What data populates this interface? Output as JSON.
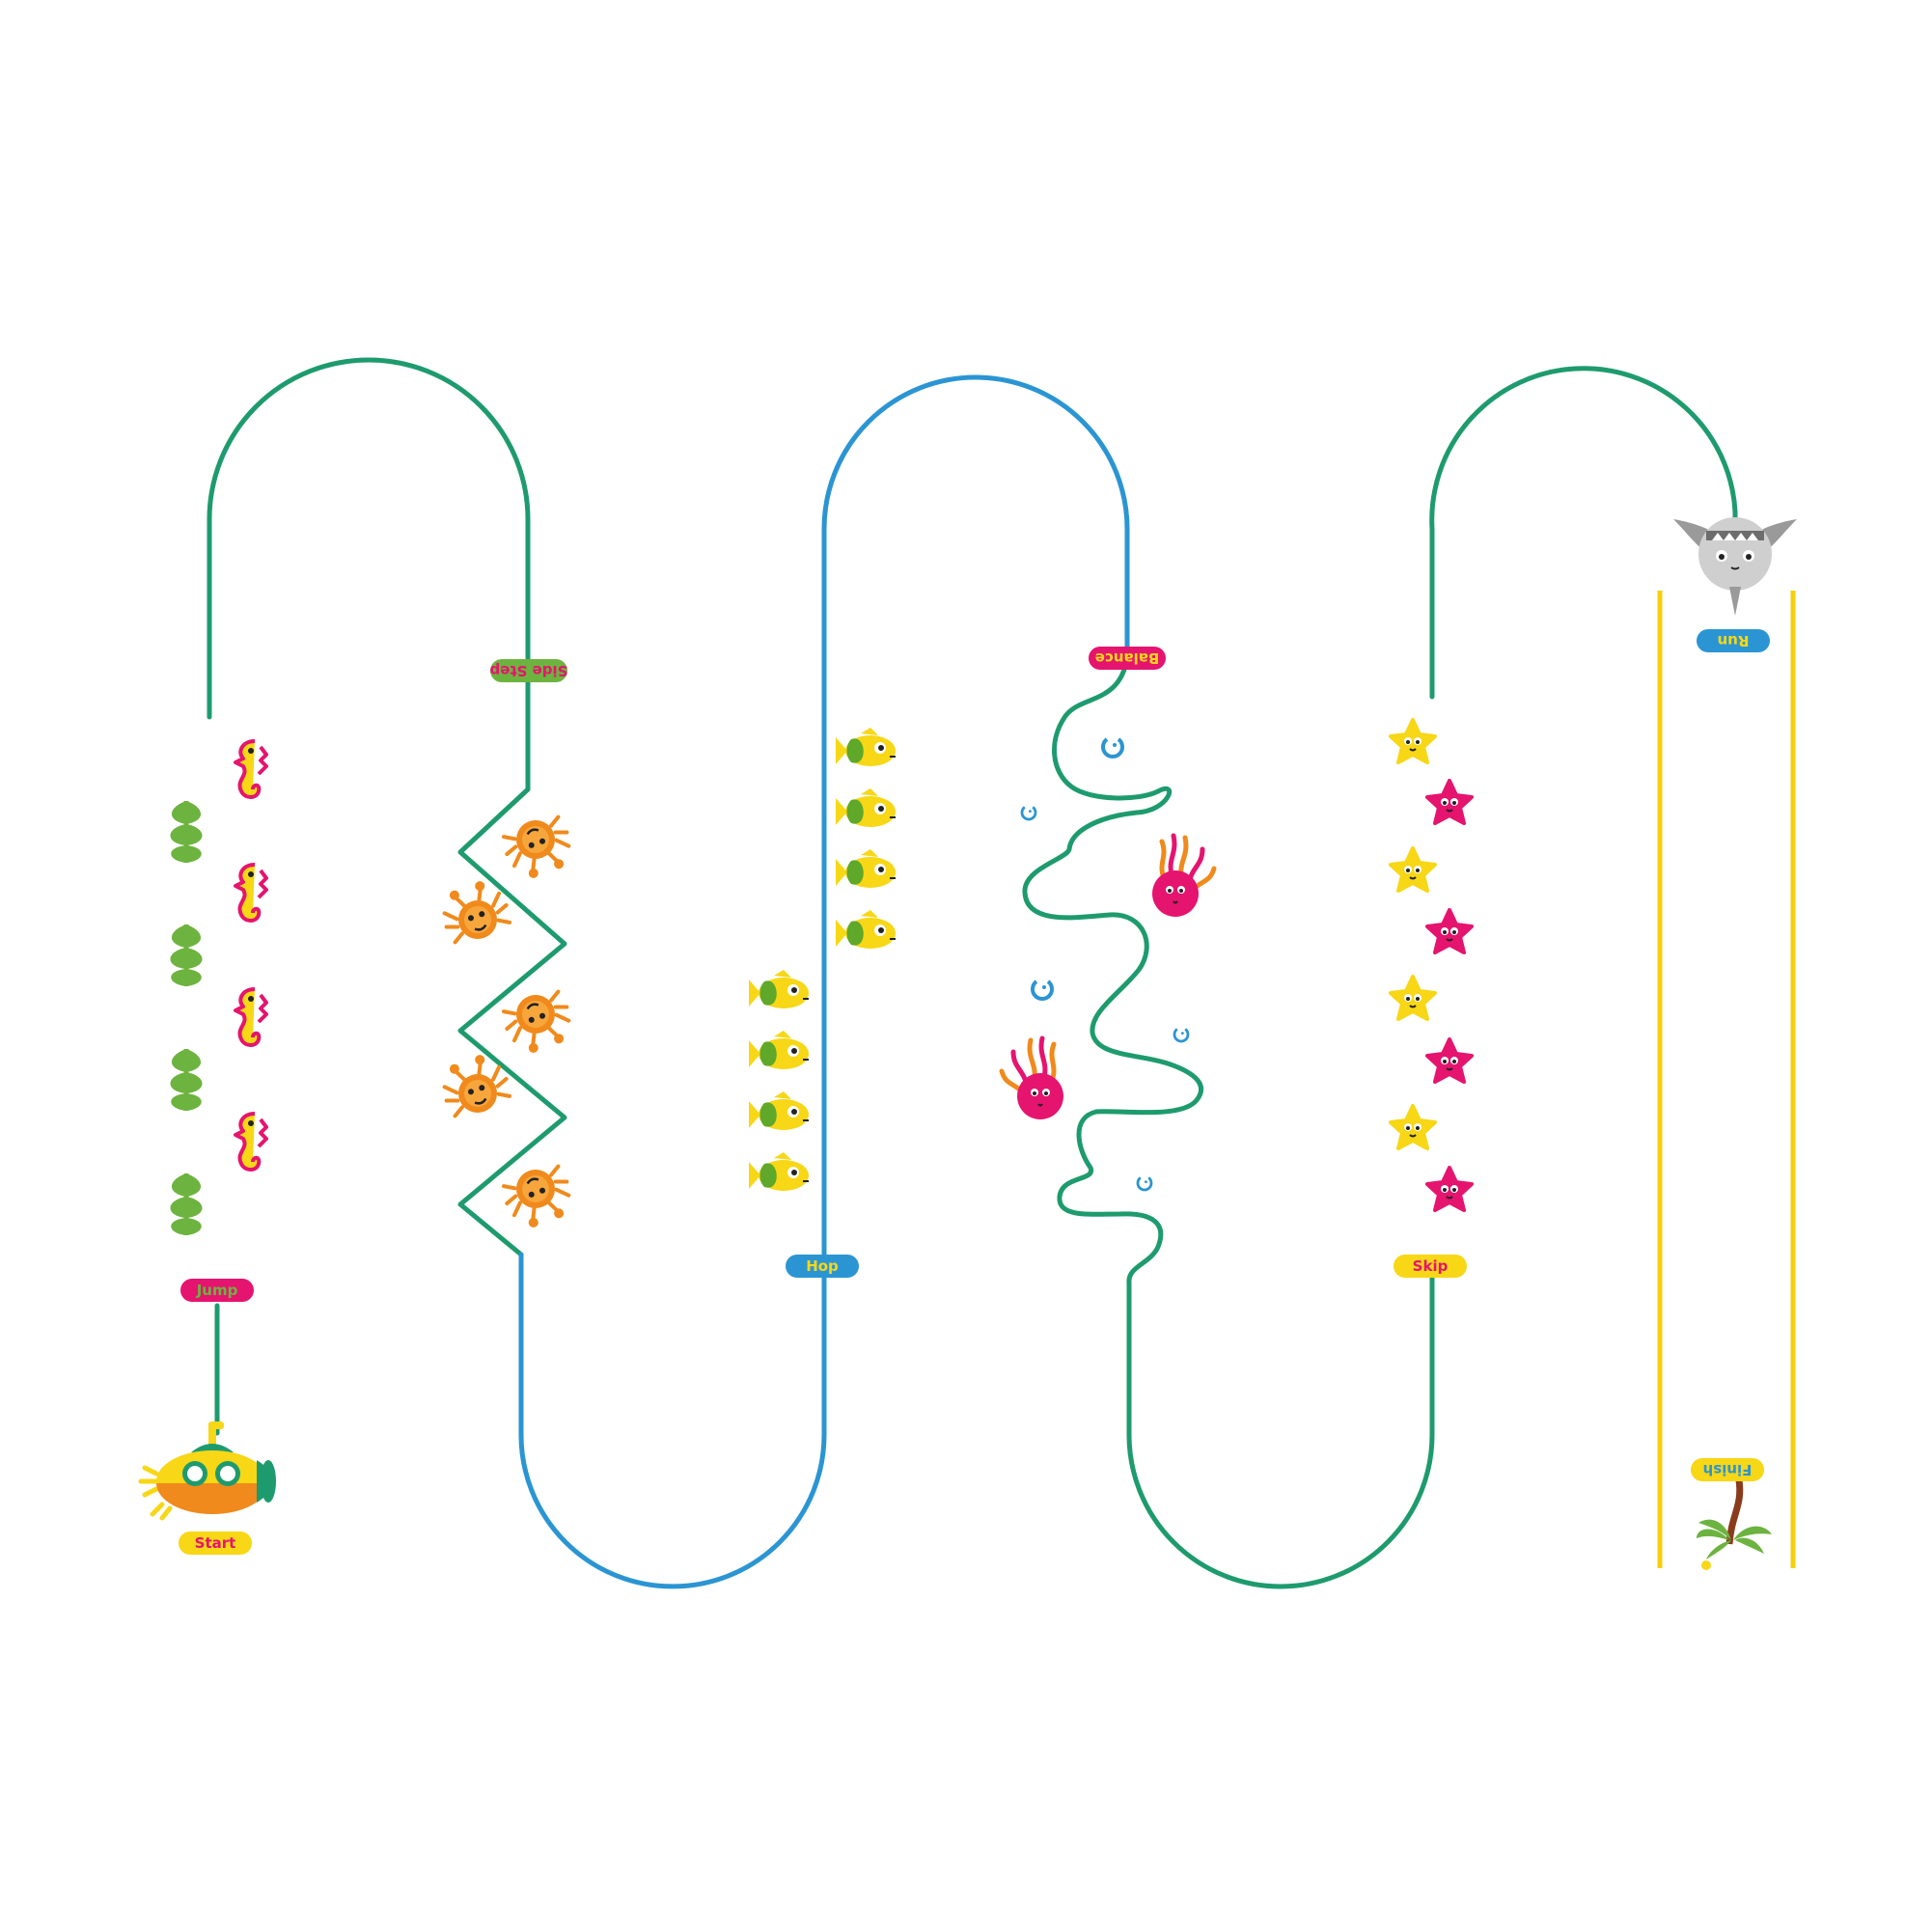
{
  "labels": {
    "start": "Start",
    "jump": "Jump",
    "side_step": "Side Step",
    "hop": "Hop",
    "balance": "Balance",
    "skip": "Skip",
    "run": "Run",
    "finish": "Finish"
  },
  "colors": {
    "green_line": "#1e9b6e",
    "blue_line": "#2b95d3",
    "yellow_line": "#f5cf0c",
    "pink": "#e5146e",
    "yellow": "#f7d716",
    "blue": "#2b95d3",
    "olive": "#6db33f",
    "orange": "#f08a1c"
  },
  "icons": [
    "submarine-icon",
    "seahorse-icon",
    "seaweed-icon",
    "crab-icon",
    "fish-icon",
    "jellyfish-icon",
    "bubble-icon",
    "starfish-icon",
    "stingray-icon",
    "palm-tree-icon"
  ]
}
